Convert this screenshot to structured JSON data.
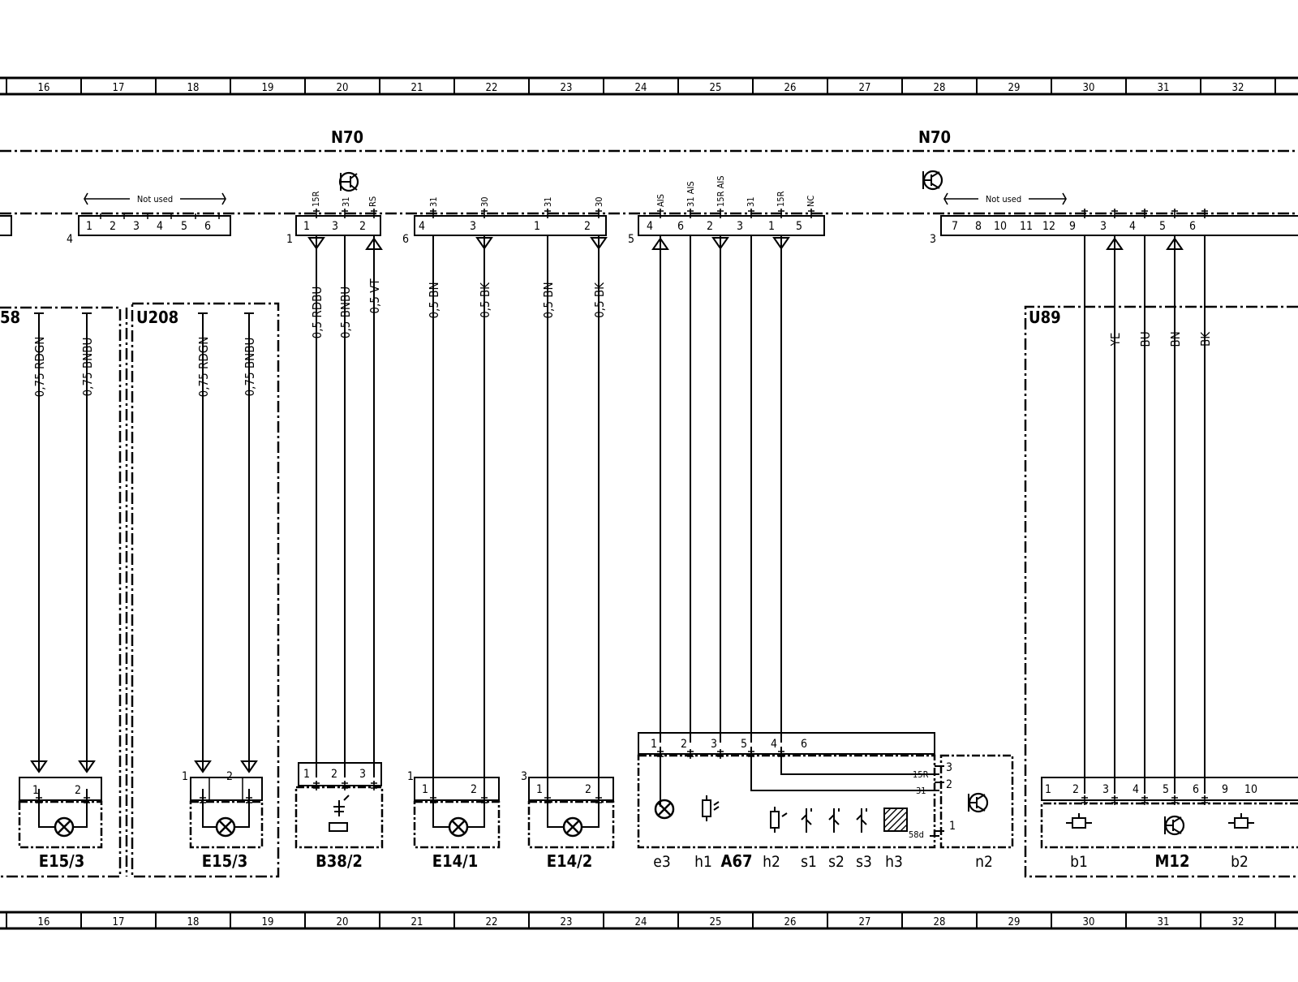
{
  "ruler_columns": [
    "16",
    "17",
    "18",
    "19",
    "20",
    "21",
    "22",
    "23",
    "24",
    "25",
    "26",
    "27",
    "28",
    "29",
    "30",
    "31",
    "32"
  ],
  "modules": [
    {
      "name": "N70"
    },
    {
      "name": "N70"
    }
  ],
  "not_used_label": "Not used",
  "connectors": [
    {
      "number": "4"
    },
    {
      "number": "1"
    },
    {
      "number": "6"
    },
    {
      "number": "5"
    },
    {
      "number": "3"
    }
  ],
  "groups": {
    "u158_partial": "58",
    "u208": "U208",
    "u89": "U89"
  },
  "wires": [
    {
      "label": "0,75 RDGN"
    },
    {
      "label": "0,75 BNBU"
    },
    {
      "label": "0,75 RDGN"
    },
    {
      "label": "0,75 BNBU"
    },
    {
      "label": "0,5 RDBU"
    },
    {
      "label": "0,5 BNBU"
    },
    {
      "label": "0,5 VT"
    },
    {
      "label": "0,5 BN"
    },
    {
      "label": "0,5 BK"
    },
    {
      "label": "0,5 BN"
    },
    {
      "label": "0,5 BK"
    },
    {
      "label": "YE"
    },
    {
      "label": "BU"
    },
    {
      "label": "BN"
    },
    {
      "label": "BK"
    }
  ],
  "pin_functions": [
    "15R",
    "31",
    "RS",
    "31",
    "30",
    "31",
    "30",
    "AIS",
    "31 AIS",
    "15R AIS",
    "31",
    "15R",
    "NC"
  ],
  "components": {
    "e15_3_a": "E15/3",
    "e15_3_b": "E15/3",
    "b38_2": "B38/2",
    "e14_1": "E14/1",
    "e14_2": "E14/2",
    "a67": "A67",
    "a67_parts": [
      "e3",
      "h1",
      "h2",
      "s1",
      "s2",
      "s3",
      "h3"
    ],
    "n2": "n2",
    "m12": "M12",
    "m12_parts": [
      "b1",
      "b2"
    ]
  },
  "a67_internal_labels": [
    "15R",
    "31",
    "58d"
  ]
}
